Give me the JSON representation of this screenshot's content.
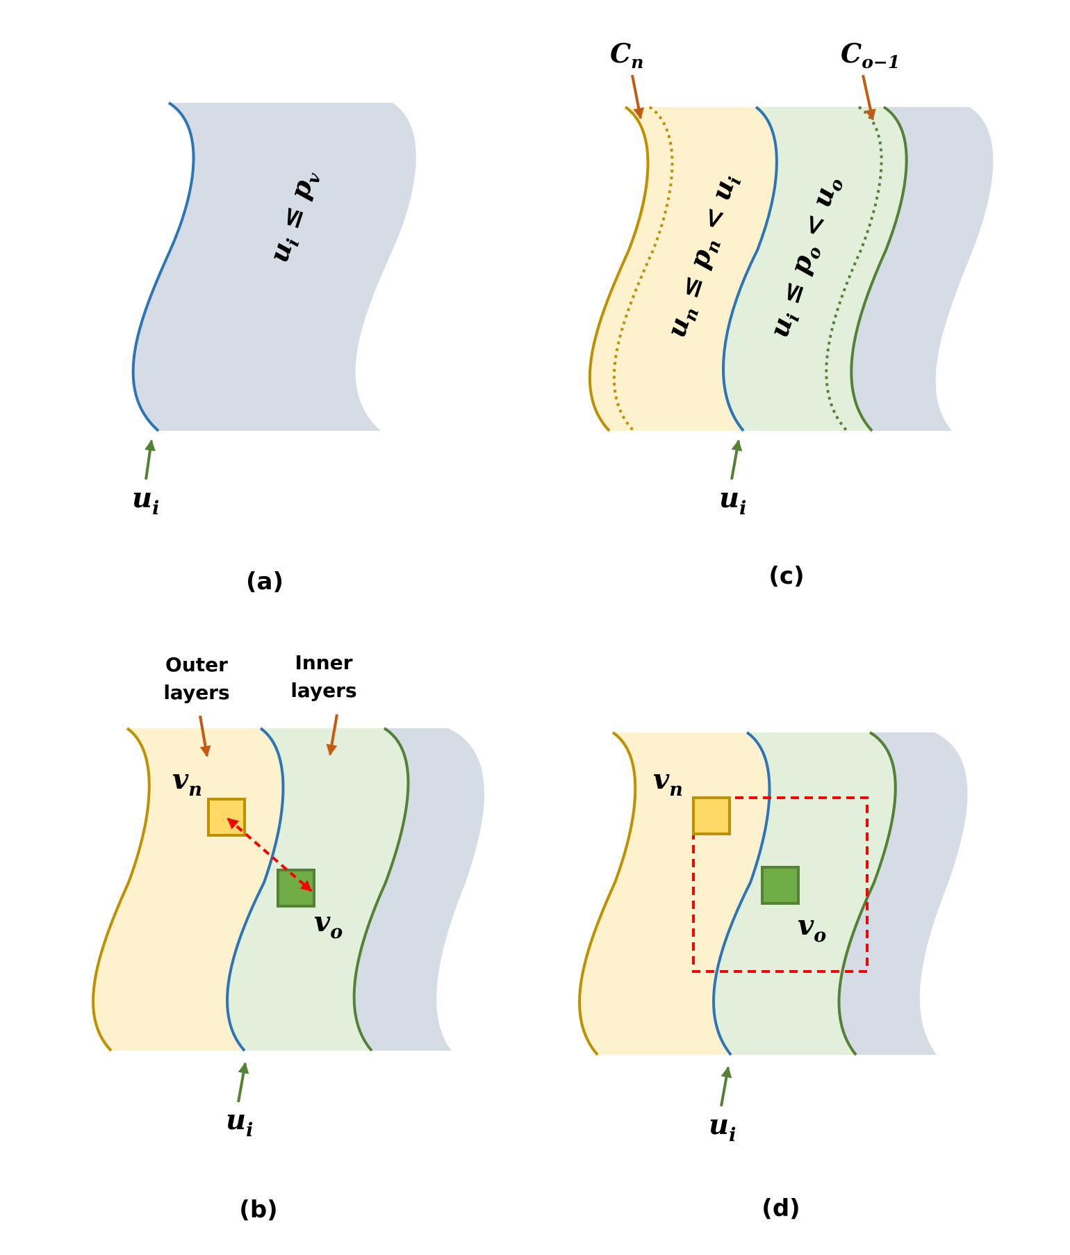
{
  "colors": {
    "gray_region": "#d6dce6",
    "yellow_region": "#fef1ce",
    "green_region": "#e2efda",
    "blue_curve": "#2e75b6",
    "gold_curve": "#bf9000",
    "green_curve": "#538135",
    "orange_arrow": "#c55a11",
    "green_arrow": "#548235",
    "red_dashed": "#ff0000",
    "vn_square": "#ffd966",
    "vo_square": "#70ad47"
  },
  "panel_a": {
    "caption": "(a)",
    "region_main": "u",
    "region_main_sub": "i",
    "region_rel": " ≤ ",
    "region_rhs": "p",
    "region_rhs_sub": "v",
    "arrow_main": "u",
    "arrow_sub": "i"
  },
  "panel_b": {
    "caption": "(b)",
    "outer_line1": "Outer",
    "outer_line2": "layers",
    "inner_line1": "Inner",
    "inner_line2": "layers",
    "vn_main": "v",
    "vn_sub": "n",
    "vo_main": "v",
    "vo_sub": "o",
    "arrow_main": "u",
    "arrow_sub": "i"
  },
  "panel_c": {
    "caption": "(c)",
    "cn_main": "C",
    "cn_sub": "n",
    "co_main": "C",
    "co_sub": "o−1",
    "yellow_a": "u",
    "yellow_a_sub": "n",
    "yellow_rel1": " ≤ ",
    "yellow_b": "p",
    "yellow_b_sub": "n",
    "yellow_rel2": " < ",
    "yellow_c": "u",
    "yellow_c_sub": "i",
    "green_a": "u",
    "green_a_sub": "i",
    "green_rel1": " ≤ ",
    "green_b": "p",
    "green_b_sub": "o",
    "green_rel2": " < ",
    "green_c": "u",
    "green_c_sub": "o",
    "arrow_main": "u",
    "arrow_sub": "i"
  },
  "panel_d": {
    "caption": "(d)",
    "vn_main": "v",
    "vn_sub": "n",
    "vo_main": "v",
    "vo_sub": "o",
    "arrow_main": "u",
    "arrow_sub": "i"
  }
}
